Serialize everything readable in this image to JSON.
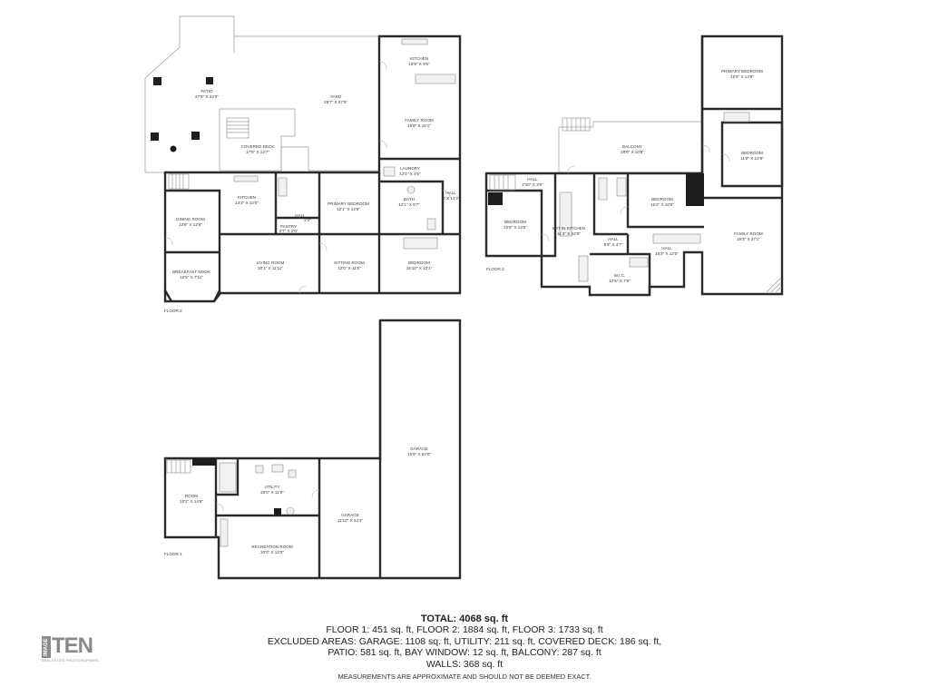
{
  "floors": {
    "floor2": {
      "label": "FLOOR 2",
      "rooms": {
        "patio": {
          "name": "PATIO",
          "dim": "27'5\" X 32'0\""
        },
        "yard": {
          "name": "YARD",
          "dim": "29'7\" X 27'5\""
        },
        "covered_deck": {
          "name": "COVERED DECK",
          "dim": "17'5\" X 12'7\""
        },
        "kitchen_upper": {
          "name": "KITCHEN",
          "dim": "15'9\" X 9'5\""
        },
        "family_room": {
          "name": "FAMILY ROOM",
          "dim": "15'9\" X 15'1\""
        },
        "laundry": {
          "name": "LAUNDRY",
          "dim": "12'1\" X 4'6\""
        },
        "kitchen": {
          "name": "KITCHEN",
          "dim": "14'3\" X 12'0\""
        },
        "primary_bedroom": {
          "name": "PRIMARY BEDROOM",
          "dim": "12'1\" X 12'6\""
        },
        "bath": {
          "name": "BATH",
          "dim": "12'1\" X 6'7\""
        },
        "hall_right": {
          "name": "HALL",
          "dim": "4' X 14'2\""
        },
        "dining_room": {
          "name": "DINING ROOM",
          "dim": "10'8\" X 12'5\""
        },
        "hall_small": {
          "name": "HALL",
          "dim": "2'2\""
        },
        "pantry": {
          "name": "PANTRY",
          "dim": "3'7\" X 2'0\""
        },
        "living_room": {
          "name": "LIVING ROOM",
          "dim": "20'1\" X 11'11\""
        },
        "sitting_room": {
          "name": "SITTING ROOM",
          "dim": "12'0\" X 11'5\""
        },
        "bedroom": {
          "name": "BEDROOM",
          "dim": "15'10\" X 12'1\""
        },
        "breakfast_nook": {
          "name": "BREAKFAST NOOK",
          "dim": "10'8\" X 7'11\""
        }
      }
    },
    "floor3": {
      "label": "FLOOR 3",
      "rooms": {
        "primary_bedroom": {
          "name": "PRIMARY BEDROOM",
          "dim": "15'9\" X 14'6\""
        },
        "balcony": {
          "name": "BALCONY",
          "dim": "28'9\" X 10'9\""
        },
        "bedroom_right": {
          "name": "BEDROOM",
          "dim": "11'9\" X 12'8\""
        },
        "hall_top": {
          "name": "HALL",
          "dim": "2'10\" X 3'9\""
        },
        "bedroom_left": {
          "name": "BEDROOM",
          "dim": "10'8\" X 12'5\""
        },
        "eat_in_kitchen": {
          "name": "EAT IN KITCHEN",
          "dim": "11'4\" X 22'9\""
        },
        "bedroom_mid": {
          "name": "BEDROOM",
          "dim": "15'3\" X 10'5\""
        },
        "family_room": {
          "name": "FAMILY ROOM",
          "dim": "15'3\" X 37'1\""
        },
        "hall_mid": {
          "name": "HALL",
          "dim": "5'9\" X 4'7\""
        },
        "hall_long": {
          "name": "HALL",
          "dim": "15'3\" X 12'0\""
        },
        "wic": {
          "name": "W.I.C.",
          "dim": "12'5\" X 7'8\""
        }
      }
    },
    "floor1": {
      "label": "FLOOR 1",
      "rooms": {
        "garage_tall": {
          "name": "GARAGE",
          "dim": "15'9\" X 52'0\""
        },
        "room": {
          "name": "ROOM",
          "dim": "10'2\" X 14'6\""
        },
        "utility": {
          "name": "UTILITY",
          "dim": "20'0\" X 11'8\""
        },
        "garage_mid": {
          "name": "GARAGE",
          "dim": "11'10\" X 24'3\""
        },
        "recreation_room": {
          "name": "RECREATION ROOM",
          "dim": "30'0\" X 12'3\""
        }
      }
    }
  },
  "summary": {
    "total": "TOTAL: 4068 sq. ft",
    "line1": "FLOOR 1: 451 sq. ft, FLOOR 2: 1884 sq. ft, FLOOR 3: 1733 sq. ft",
    "line2": "EXCLUDED AREAS: GARAGE: 1108 sq. ft, UTILITY: 211 sq. ft, COVERED DECK: 186 sq. ft,",
    "line3": "PATIO: 581 sq. ft, BAY WINDOW: 12 sq. ft, BALCONY: 287 sq. ft",
    "line4": "WALLS: 368 sq. ft",
    "disclaimer": "MEASUREMENTS ARE APPROXIMATE AND SHOULD NOT BE DEEMED EXACT."
  },
  "logo": {
    "img": "IMAGE",
    "ten": "TEN",
    "sub": "REAL ESTATE PHOTOGRAPHERS"
  },
  "colors": {
    "wall": "#2b2b2b",
    "fixture": "#f1f1f1",
    "text": "#3a3a3a"
  }
}
